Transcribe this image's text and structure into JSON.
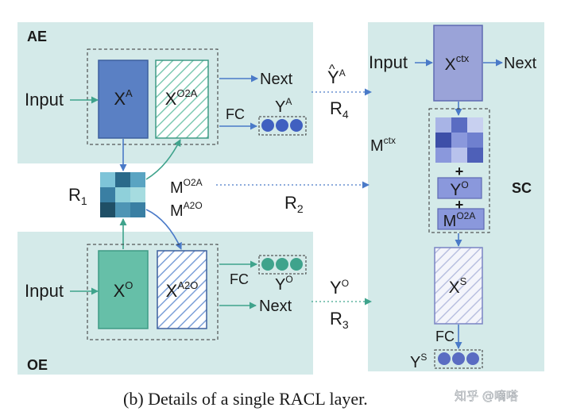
{
  "colors": {
    "panel": "#d4eae9",
    "blue_box": "#5a80c4",
    "blue_dark": "#3d5f9e",
    "teal_box": "#66bfa8",
    "teal_dark": "#3e9a85",
    "ctx_box": "#9aa3d8",
    "ctx_dark": "#5e6ab3",
    "arrow_blue": "#4a7ac8",
    "arrow_teal": "#3fa38c",
    "hatch_teal": "#7dc9b2",
    "hatch_blue": "#7da0d8",
    "hatch_gray": "#b9c0e0"
  },
  "ae": {
    "title": "AE",
    "input": "Input",
    "xa_base": "X",
    "xa_sup": "A",
    "xo2a_base": "X",
    "xo2a_sup": "O2A",
    "next": "Next",
    "fc": "FC",
    "ya_base": "Y",
    "ya_sup": "A"
  },
  "oe": {
    "title": "OE",
    "input": "Input",
    "xo_base": "X",
    "xo_sup": "O",
    "xa2o_base": "X",
    "xa2o_sup": "A2O",
    "fc": "FC",
    "yo_base": "Y",
    "yo_sup": "O",
    "next": "Next"
  },
  "middle": {
    "r1": "R",
    "r1_sub": "1",
    "mo2a_base": "M",
    "mo2a_sup": "O2A",
    "ma2o_base": "M",
    "ma2o_sup": "A2O",
    "r2": "R",
    "r2_sub": "2",
    "yhat_base": "Y",
    "yhat_hat": "^",
    "yhat_sup": "A",
    "r4": "R",
    "r4_sub": "4",
    "yo_base": "Y",
    "yo_sup": "O",
    "r3": "R",
    "r3_sub": "3"
  },
  "sc": {
    "title": "SC",
    "input": "Input",
    "xctx_base": "X",
    "xctx_sup": "ctx",
    "next": "Next",
    "mctx_base": "M",
    "mctx_sup": "ctx",
    "plus1": "+",
    "yo_base": "Y",
    "yo_sup": "O",
    "plus2": "+",
    "mo2a_base": "M",
    "mo2a_sup": "O2A",
    "xs_base": "X",
    "xs_sup": "S",
    "fc": "FC",
    "ys_base": "Y",
    "ys_sup": "S"
  },
  "caption": "(b)  Details of a single RACL layer.",
  "watermark": "知乎 @嘀嗒"
}
